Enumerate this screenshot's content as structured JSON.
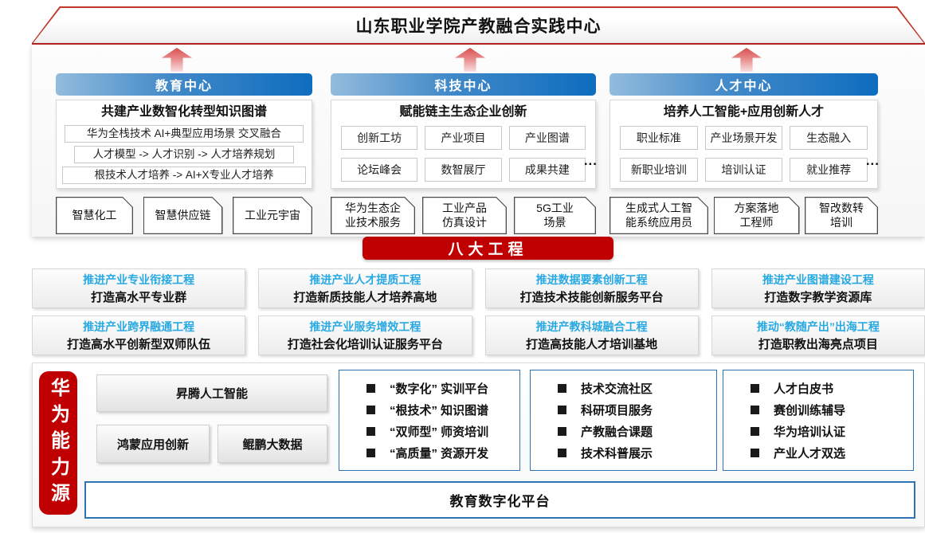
{
  "title": "山东职业学院产教融合实践中心",
  "centers": [
    {
      "header": "教育中心",
      "box_title": "共建产业数智化转型知识图谱",
      "rows": [
        "华为全栈技术  AI+典型应用场景  交叉融合",
        "人才模型 -> 人才识别 -> 人才培养规划",
        "根技术人才培养 -> AI+X专业人才培养"
      ],
      "tags": [
        "智慧化工",
        "智慧供应链",
        "工业元宇宙"
      ]
    },
    {
      "header": "科技中心",
      "box_title": "赋能链主生态企业创新",
      "cells": [
        "创新工坊",
        "产业项目",
        "产业图谱",
        "论坛峰会",
        "数智展厅",
        "成果共建"
      ],
      "more": "...",
      "tags": [
        "华为生态企\n业技术服务",
        "工业产品\n仿真设计",
        "5G工业\n场景"
      ]
    },
    {
      "header": "人才中心",
      "box_title": "培养人工智能+应用创新人才",
      "cells": [
        "职业标准",
        "产业场景开发",
        "生态融入",
        "新职业培训",
        "培训认证",
        "就业推荐"
      ],
      "more": "...",
      "tags": [
        "生成式人工智\n能系统应用员",
        "方案落地\n工程师",
        "智改数转\n培训"
      ]
    }
  ],
  "banner": {
    "label": "八大工程"
  },
  "projects": [
    {
      "title": "推进产业专业衔接工程",
      "subtitle": "打造高水平专业群"
    },
    {
      "title": "推进产业人才提质工程",
      "subtitle": "打造新质技能人才培养高地"
    },
    {
      "title": "推进数据要素创新工程",
      "subtitle": "打造技术技能创新服务平台"
    },
    {
      "title": "推进产业图谱建设工程",
      "subtitle": "打造数字教学资源库"
    },
    {
      "title": "推进产业跨界融通工程",
      "subtitle": "打造高水平创新型双师队伍"
    },
    {
      "title": "推进产业服务增效工程",
      "subtitle": "打造社会化培训认证服务平台"
    },
    {
      "title": "推进产教科城融合工程",
      "subtitle": "打造高技能人才培训基地"
    },
    {
      "title": "推动“教随产出”出海工程",
      "subtitle": "打造职教出海亮点项目"
    }
  ],
  "bottom": {
    "side_label": "华为能力源",
    "capabilities": [
      "昇腾人工智能",
      "鸿蒙应用创新",
      "鲲鹏大数据"
    ],
    "lists": [
      {
        "items": [
          "“数字化” 实训平台",
          "“根技术” 知识图谱",
          "“双师型” 师资培训",
          "“高质量” 资源开发"
        ]
      },
      {
        "items": [
          "技术交流社区",
          "科研项目服务",
          "产教融合课题",
          "技术科普展示"
        ]
      },
      {
        "items": [
          "人才白皮书",
          "赛创训练辅导",
          "华为培训认证",
          "产业人才双选"
        ]
      }
    ],
    "platform": "教育数字化平台"
  }
}
